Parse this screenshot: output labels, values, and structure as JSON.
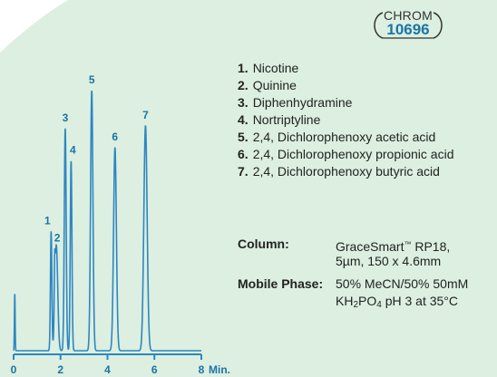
{
  "badge": {
    "word": "CHROM",
    "number": "10696"
  },
  "compounds": [
    {
      "num": "1.",
      "name": "Nicotine"
    },
    {
      "num": "2.",
      "name": "Quinine"
    },
    {
      "num": "3.",
      "name": "Diphenhydramine"
    },
    {
      "num": "4.",
      "name": "Nortriptyline"
    },
    {
      "num": "5.",
      "name": "2,4, Dichlorophenoxy acetic acid"
    },
    {
      "num": "6.",
      "name": "2,4, Dichlorophenoxy propionic acid"
    },
    {
      "num": "7.",
      "name": "2,4, Dichlorophenoxy butyric acid"
    }
  ],
  "conditions": {
    "column_label": "Column:",
    "column_brand": "GraceSmart",
    "column_tm": "™",
    "column_rest": " RP18,",
    "column_line2": "5µm, 150 x 4.6mm",
    "mobile_label": "Mobile Phase:",
    "mobile_line1": "50% MeCN/50% 50mM",
    "mobile_kh": "KH",
    "mobile_sub2": "2",
    "mobile_po": "PO",
    "mobile_sub4": "4",
    "mobile_rest": " pH 3 at 35°C"
  },
  "colors": {
    "trace": "#2e86c1",
    "axis": "#2e86c1",
    "label": "#1a74a8",
    "background_blob": "#dcefe0"
  },
  "chart_data": {
    "type": "line",
    "title": "",
    "xlabel": "",
    "ylabel": "",
    "x_unit_label": "Min.",
    "xlim": [
      0,
      8
    ],
    "ylim": [
      0,
      100
    ],
    "x_ticks": [
      0,
      2,
      4,
      6,
      8
    ],
    "x_tick_labels": [
      "0",
      "2",
      "4",
      "6",
      "8"
    ],
    "grid": false,
    "baseline_events": [
      {
        "time": 0.05,
        "height": 21,
        "width": 0.015
      },
      {
        "time": 1.75,
        "height": 16,
        "width": 0.02
      }
    ],
    "peaks": [
      {
        "label": "1",
        "time": 1.6,
        "height": 44,
        "width": 0.03
      },
      {
        "label": "2",
        "time": 1.82,
        "height": 39,
        "width": 0.06
      },
      {
        "label": "3",
        "time": 2.2,
        "height": 82,
        "width": 0.04
      },
      {
        "label": "4",
        "time": 2.45,
        "height": 70,
        "width": 0.035
      },
      {
        "label": "5",
        "time": 3.33,
        "height": 96,
        "width": 0.05
      },
      {
        "label": "6",
        "time": 4.32,
        "height": 75,
        "width": 0.06
      },
      {
        "label": "7",
        "time": 5.62,
        "height": 83,
        "width": 0.07
      }
    ]
  }
}
